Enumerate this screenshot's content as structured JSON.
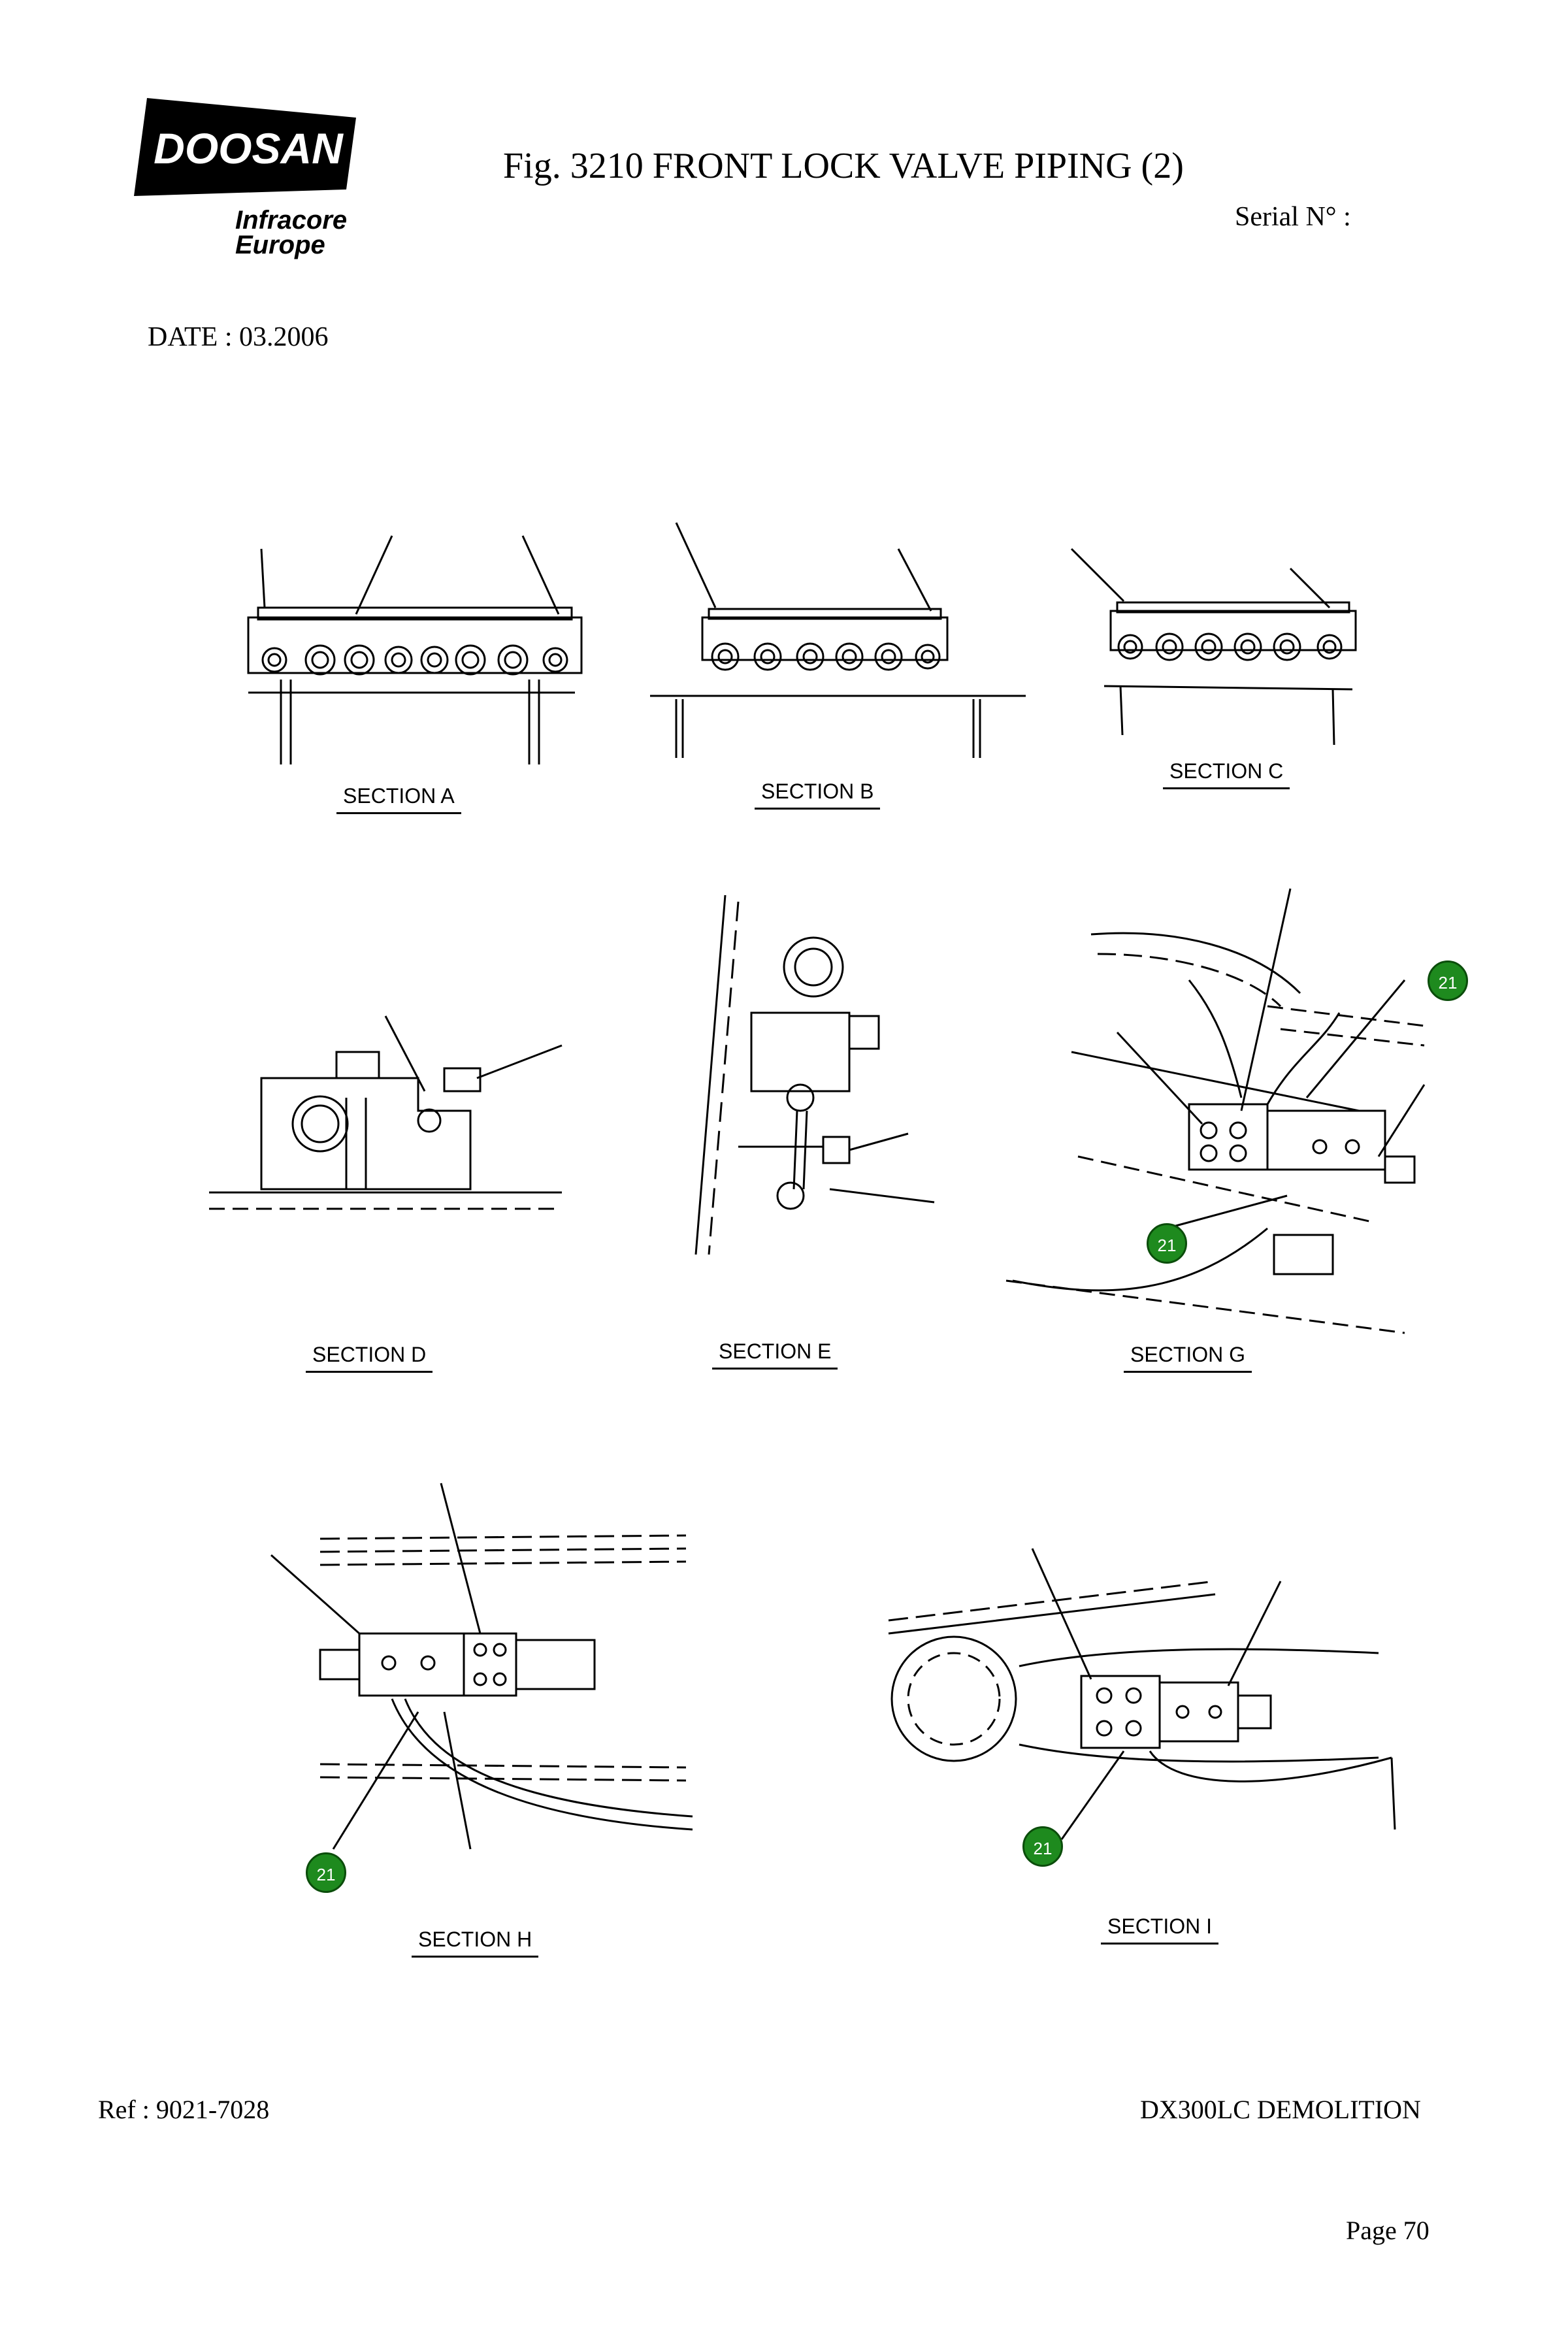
{
  "header": {
    "logo_text": "DOOSAN",
    "logo_sub_line1": "Infracore",
    "logo_sub_line2": "Europe",
    "title": "Fig. 3210   FRONT LOCK VALVE PIPING (2)",
    "serial_label": "Serial N° :",
    "date_label": "DATE : 03.2006"
  },
  "sections": {
    "a": "SECTION   A",
    "b": "SECTION   B",
    "c": "SECTION   C",
    "d": "SECTION   D",
    "e": "SECTION   E",
    "g": "SECTION   G",
    "h": "SECTION   H",
    "i": "SECTION   I"
  },
  "callouts": {
    "g1": "21",
    "g2": "21",
    "h1": "21",
    "i1": "21"
  },
  "footer": {
    "ref": "Ref : 9021-7028",
    "model": "DX300LC DEMOLITION",
    "page": "Page 70"
  }
}
